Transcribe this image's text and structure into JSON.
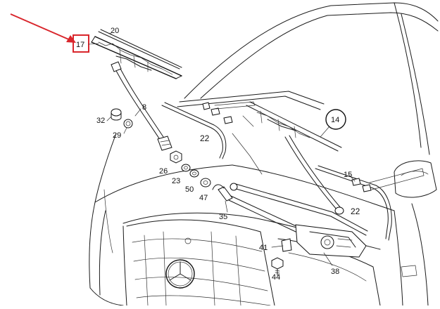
{
  "diagram": {
    "callouts": {
      "p17": "17",
      "p20": "20",
      "p8": "8",
      "p32": "32",
      "p29": "29",
      "p22a": "22",
      "p26": "26",
      "p23": "23",
      "p50": "50",
      "p47": "47",
      "p35": "35",
      "p14": "14",
      "p15": "15",
      "p22b": "22",
      "p41": "41",
      "p38": "38",
      "p44": "44"
    },
    "highlight": {
      "target": "17",
      "color": "#d9262c"
    },
    "colors": {
      "line": "#1a1a1a",
      "accent": "#d9262c",
      "background": "#ffffff"
    }
  }
}
